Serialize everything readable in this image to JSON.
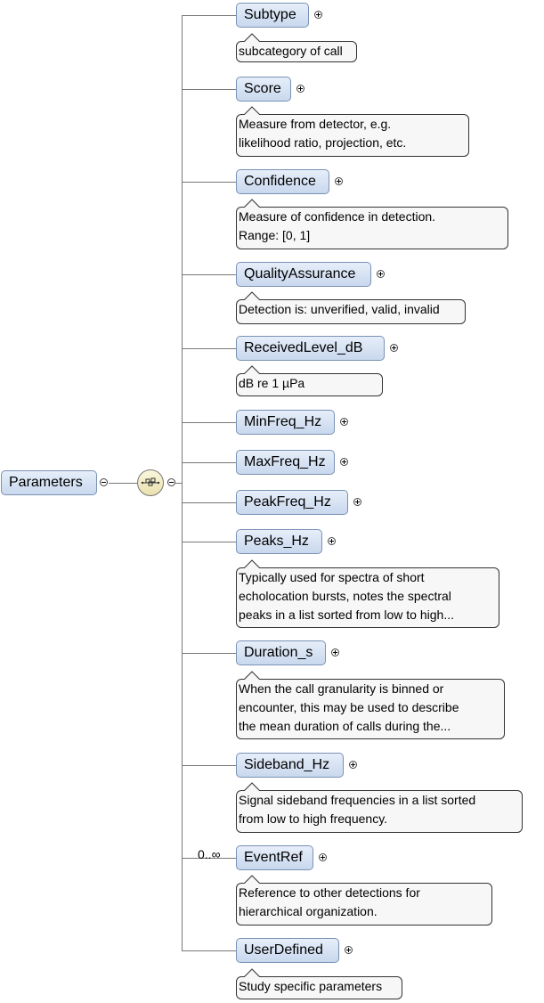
{
  "root": {
    "label": "Parameters",
    "compositor": "sequence-icon"
  },
  "elements": [
    {
      "name": "Subtype",
      "doc": [
        "subcategory of call"
      ]
    },
    {
      "name": "Score",
      "doc": [
        "Measure from detector, e.g.",
        "likelihood ratio, projection, etc."
      ]
    },
    {
      "name": "Confidence",
      "doc": [
        "Measure of confidence in detection.",
        "Range: [0, 1]"
      ]
    },
    {
      "name": "QualityAssurance",
      "doc": [
        "Detection is: unverified, valid, invalid"
      ]
    },
    {
      "name": "ReceivedLevel_dB",
      "doc": [
        "dB re 1 µPa"
      ]
    },
    {
      "name": "MinFreq_Hz",
      "doc": []
    },
    {
      "name": "MaxFreq_Hz",
      "doc": []
    },
    {
      "name": "PeakFreq_Hz",
      "doc": []
    },
    {
      "name": "Peaks_Hz",
      "doc": [
        "Typically used for spectra of short",
        "echolocation bursts, notes the spectral",
        "peaks in a list sorted from low to high..."
      ]
    },
    {
      "name": "Duration_s",
      "doc": [
        "When the call granularity is binned or",
        "encounter, this may be used to describe",
        "the mean duration of calls during the..."
      ]
    },
    {
      "name": "Sideband_Hz",
      "doc": [
        "Signal sideband frequencies in a list sorted",
        "from low to high frequency."
      ]
    },
    {
      "name": "EventRef",
      "cardinality": "0..∞",
      "doc": [
        "Reference to other detections for",
        "hierarchical organization."
      ]
    },
    {
      "name": "UserDefined",
      "doc": [
        "Study specific parameters"
      ]
    }
  ]
}
